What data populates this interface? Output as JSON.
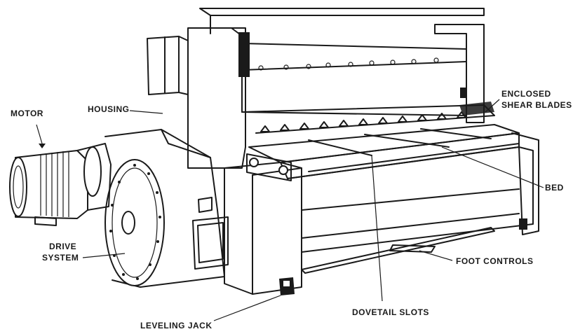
{
  "labels": {
    "motor": "MOTOR",
    "housing": "HOUSING",
    "enclosed_line1": "ENCLOSED",
    "enclosed_line2": "SHEAR BLADES",
    "bed": "BED",
    "drive_line1": "DRIVE",
    "drive_line2": "SYSTEM",
    "foot_controls": "FOOT CONTROLS",
    "dovetail_slots": "DOVETAIL SLOTS",
    "leveling_jack": "LEVELING JACK"
  },
  "colors": {
    "ink": "#1a1a1a",
    "paper": "#ffffff"
  }
}
